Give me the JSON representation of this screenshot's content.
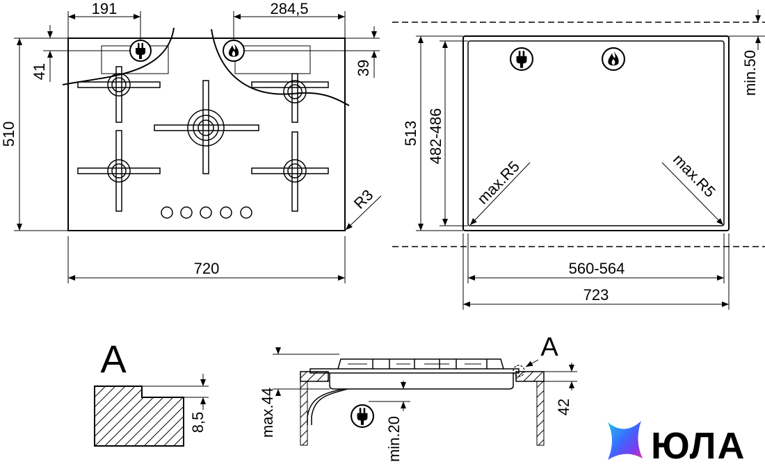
{
  "top_view": {
    "width": "720",
    "height": "510",
    "plug_offset": "191",
    "gas_offset": "284,5",
    "plug_vertical": "41",
    "gas_vertical": "39",
    "corner_radius": "R3"
  },
  "cutout": {
    "outer_height": "513",
    "inner_height": "482-486",
    "inner_width": "560-564",
    "outer_width": "723",
    "min_clearance": "min.50",
    "radius_left": "max.R5",
    "radius_right": "max.R5"
  },
  "detail": {
    "letter": "A",
    "step": "8,5"
  },
  "section": {
    "detail_ref": "A",
    "height_max": "max.44",
    "clearance_min": "min.20",
    "depth": "42"
  },
  "logo": {
    "text": "ЮЛА",
    "colors": [
      "#3a6bff",
      "#7b3cf0",
      "#e0309a",
      "#22c4e8"
    ]
  },
  "icons": [
    "plug-icon",
    "gas-flame-icon"
  ]
}
